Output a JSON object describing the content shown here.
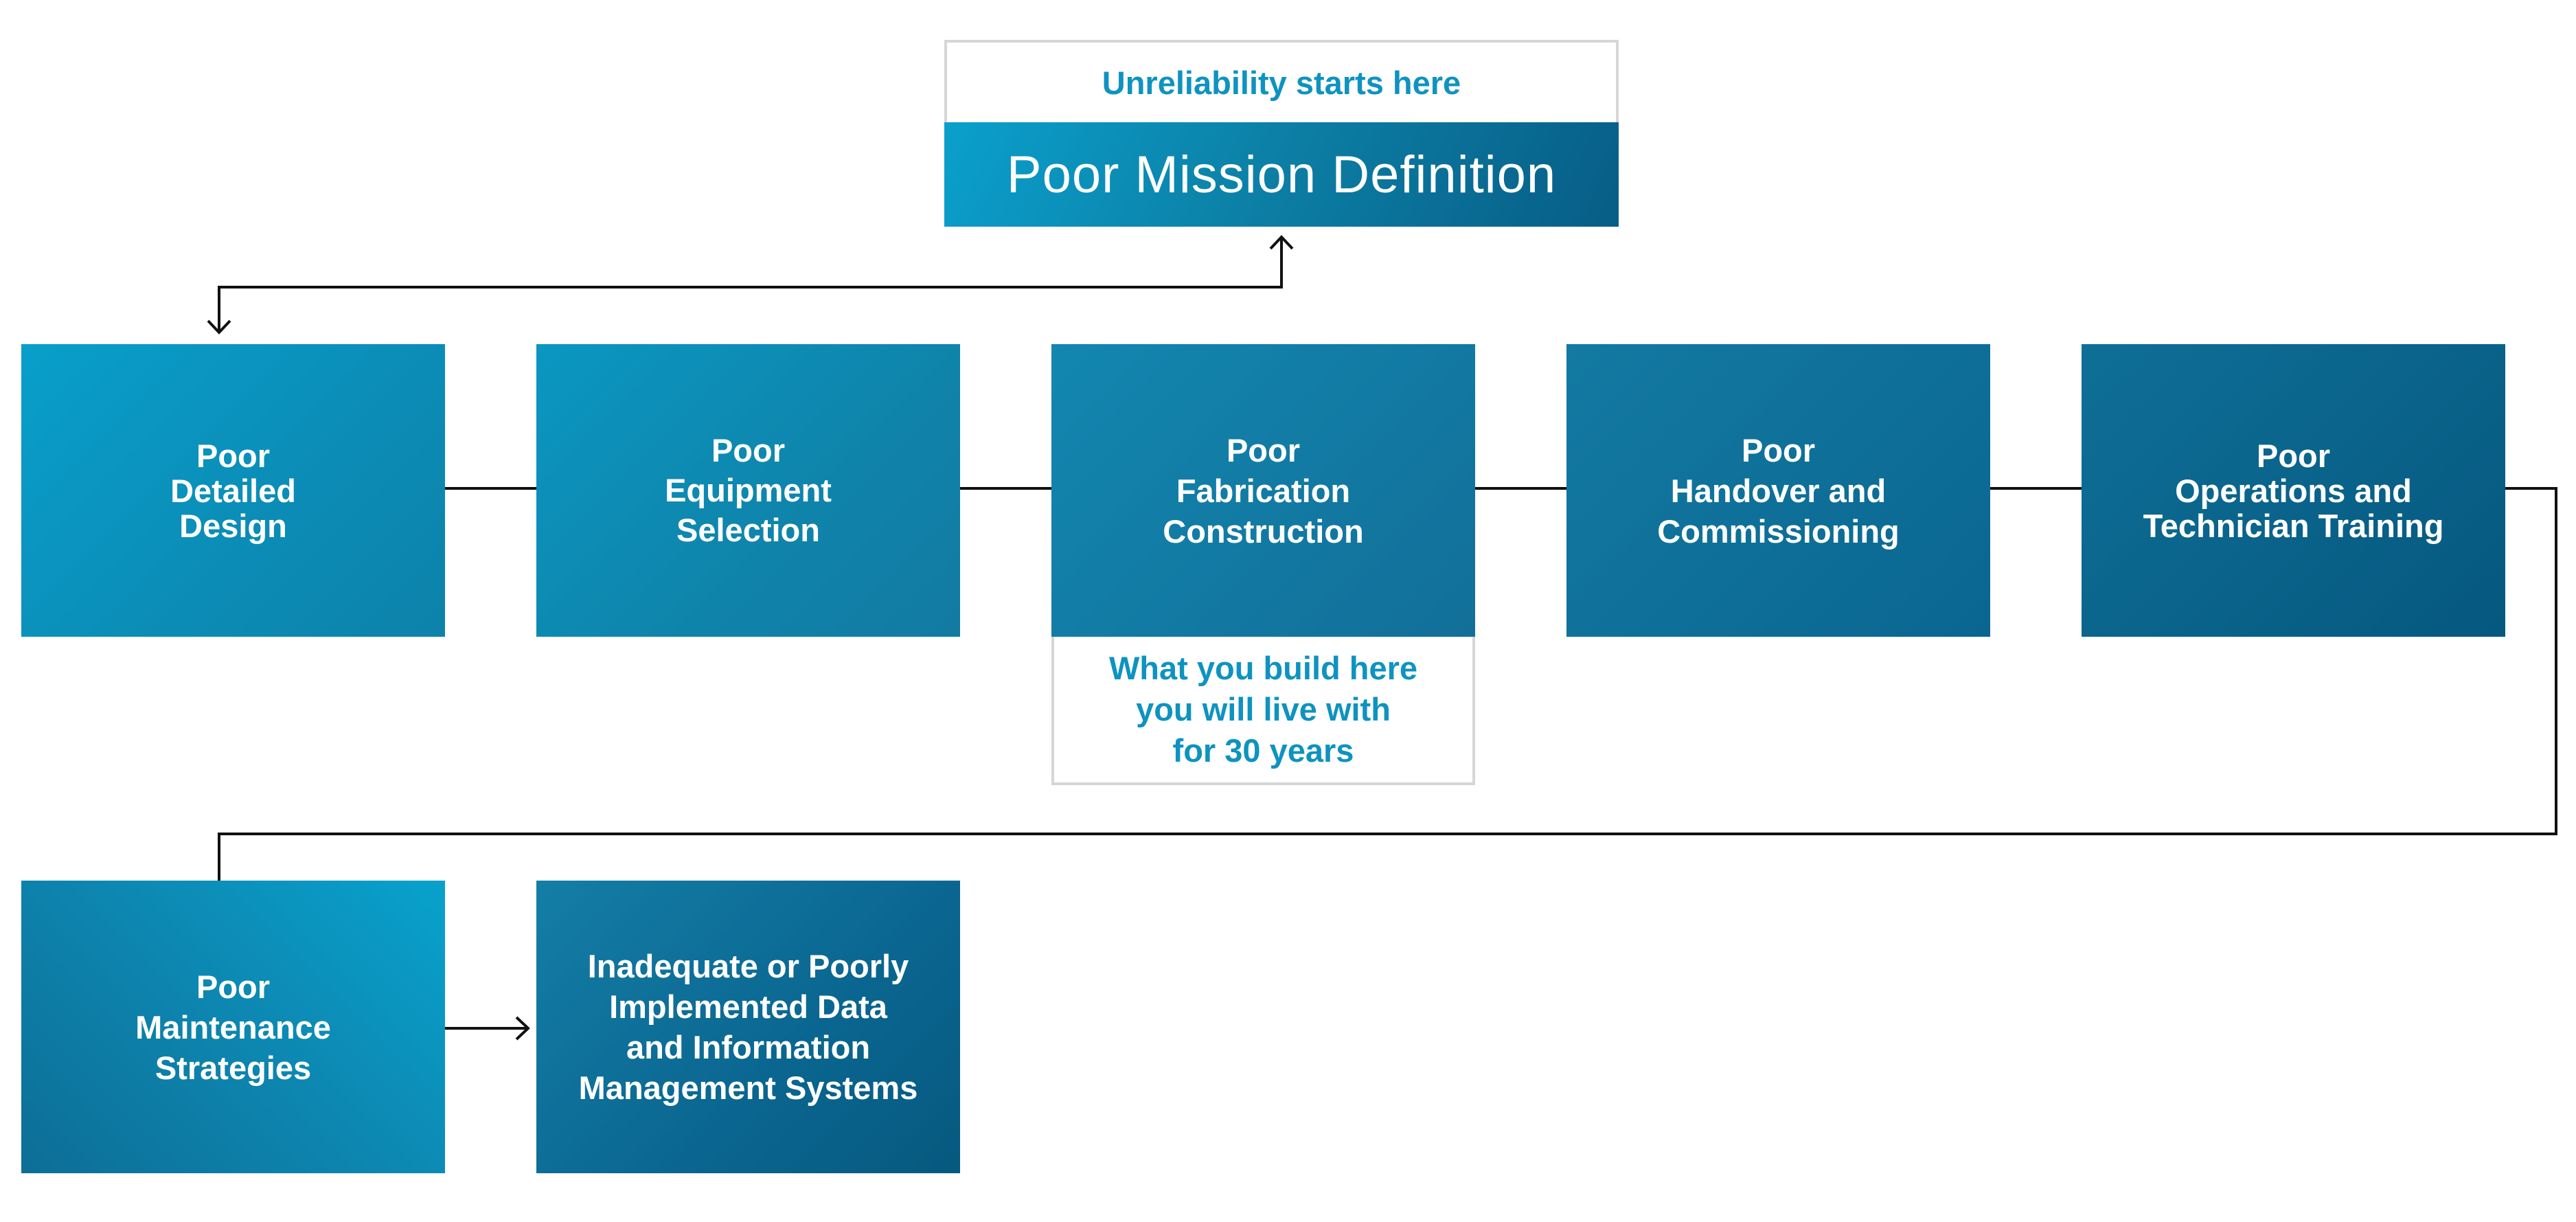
{
  "top_callout": "Unreliability starts here",
  "mission": "Poor Mission Definition",
  "stages": [
    "Poor\nDetailed\nDesign",
    "Poor\nEquipment\nSelection",
    "Poor\nFabrication\nConstruction",
    "Poor\nHandover and\nCommissioning",
    "Poor\nOperations and\nTechnician Training",
    "Poor\nMaintenance\nStrategies",
    "Inadequate or Poorly\nImplemented Data\nand Information\nManagement Systems"
  ],
  "bottom_callout": "What you build here\nyou will live with\nfor 30 years",
  "colors": {
    "accent_text": "#0e93c0",
    "box_light": "#08a0cb",
    "box_dark": "#05587f",
    "connector": "#111111",
    "callout_border": "#d6d6d6"
  }
}
